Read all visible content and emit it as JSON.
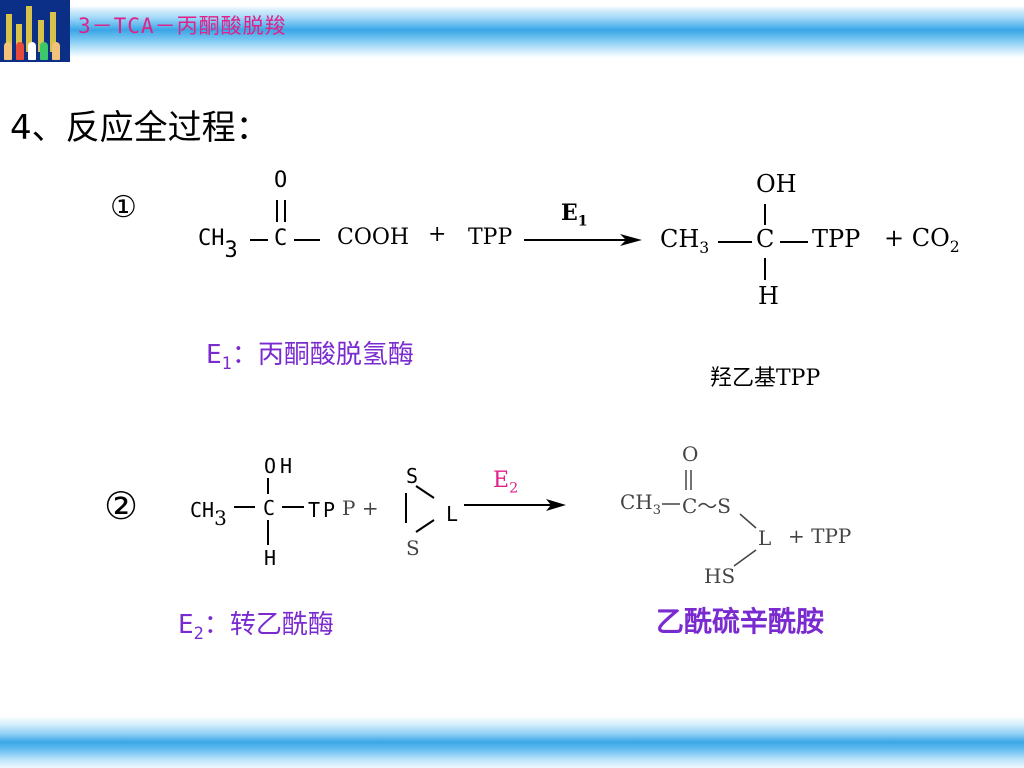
{
  "header": {
    "title": "3－TCA－丙酮酸脱羧"
  },
  "heading": "4、反应全过程：",
  "colors": {
    "accent_magenta": "#e0218a",
    "label_purple": "#7a2bd0",
    "band_blue": "#3aa6e6",
    "logo_navy": "#0b2f86"
  },
  "reaction1": {
    "marker": "①",
    "reactant": {
      "O": "O",
      "CH": "CH",
      "sub3": "3",
      "C": "C",
      "COOH": "COOH",
      "plus": "+",
      "TPP": "TPP"
    },
    "enzyme": {
      "E": "E",
      "sub": "1"
    },
    "product": {
      "OH": "OH",
      "CH": "CH",
      "sub3": "3",
      "C": "C",
      "TPP": "TPP",
      "plusCO": "+ CO",
      "sub2": "2",
      "H": "H"
    },
    "enzyme_label": {
      "E": "E",
      "sub": "1",
      "name": "：丙酮酸脱氢酶"
    },
    "product_label": "羟乙基TPP"
  },
  "reaction2": {
    "marker": "②",
    "reactant": {
      "OH": "OH",
      "CH": "CH",
      "sub3": "3",
      "C": "C",
      "TP": "TP",
      "Pplus": "P +",
      "H": "H",
      "S_top": "S",
      "S_bottom": "S",
      "L": "L"
    },
    "enzyme": {
      "E": "E",
      "sub": "2"
    },
    "product": {
      "O": "O",
      "CH": "CH",
      "sub3": "3",
      "chain": "C～S",
      "L": "L",
      "plusTPP": "+ TPP",
      "HS": "HS"
    },
    "enzyme_label": {
      "E": "E",
      "sub": "2",
      "name": "：转乙酰酶"
    },
    "product_label": "乙酰硫辛酰胺"
  }
}
